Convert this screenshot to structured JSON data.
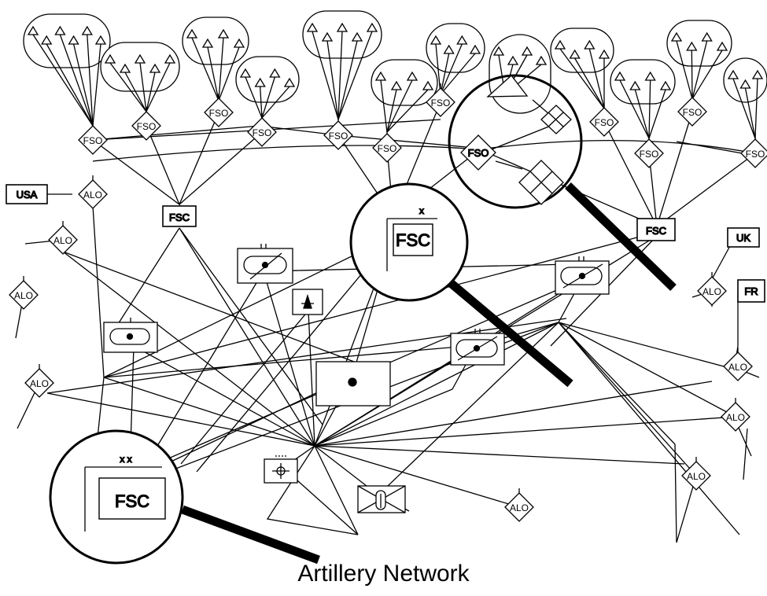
{
  "caption": "Artillery Network",
  "labels": {
    "fso": "FSO",
    "fsc": "FSC",
    "alo": "ALO",
    "usa": "USA",
    "uk": "UK",
    "fr": "FR",
    "corps_mark": "x",
    "division_mark": "x x"
  }
}
